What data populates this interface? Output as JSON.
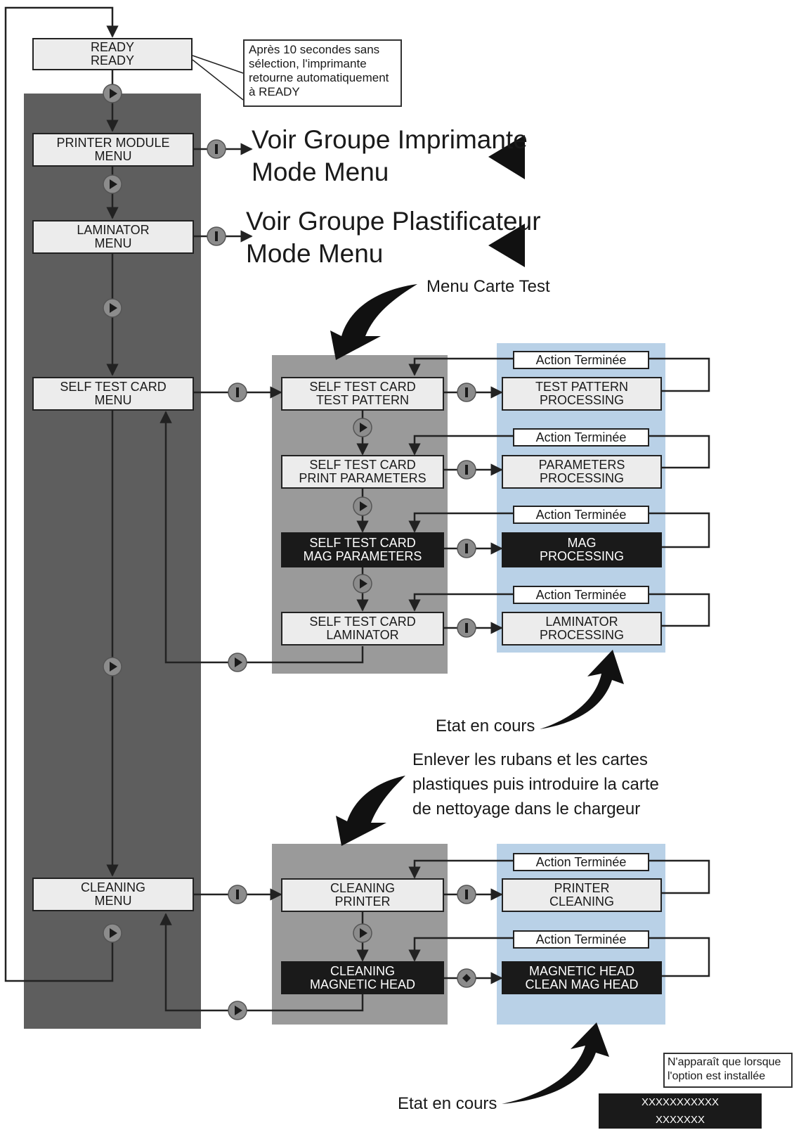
{
  "colors": {
    "left_panel": "#5e5e5e",
    "mid_panel": "#9a9a9a",
    "right_panel": "#b9d1e7",
    "box_fill": "#ececec",
    "dark_box": "#1a1a1a",
    "line": "#222222",
    "button": "#8c8c8c"
  },
  "icons": {
    "next_button": "play-triangle-icon",
    "select_button": "pause-bar-icon",
    "action_button": "diamond-icon",
    "call_out": "curved-arrow-icon"
  },
  "main_menu": {
    "ready": {
      "line1": "READY",
      "line2": "READY"
    },
    "printer_module": {
      "line1": "PRINTER MODULE",
      "line2": "MENU"
    },
    "laminator": {
      "line1": "LAMINATOR",
      "line2": "MENU"
    },
    "self_test": {
      "line1": "SELF TEST CARD",
      "line2": "MENU"
    },
    "cleaning": {
      "line1": "CLEANING",
      "line2": "MENU"
    }
  },
  "ready_note": [
    "Après 10 secondes sans",
    "sélection, l'imprimante",
    "retourne automatiquement",
    "à READY"
  ],
  "printer_ref": {
    "line1": "Voir Groupe Imprimante",
    "line2": "Mode Menu"
  },
  "laminator_ref": {
    "line1": "Voir Groupe Plastificateur",
    "line2": "Mode Menu"
  },
  "test_menu_label": "Menu Carte Test",
  "self_test_items": [
    {
      "line1": "SELF TEST CARD",
      "line2": "TEST PATTERN"
    },
    {
      "line1": "SELF TEST CARD",
      "line2": "PRINT PARAMETERS"
    },
    {
      "line1": "SELF TEST CARD",
      "line2": "MAG PARAMETERS"
    },
    {
      "line1": "SELF TEST CARD",
      "line2": "LAMINATOR"
    }
  ],
  "self_test_states": [
    {
      "line1": "TEST PATTERN",
      "line2": "PROCESSING"
    },
    {
      "line1": "PARAMETERS",
      "line2": "PROCESSING"
    },
    {
      "line1": "MAG",
      "line2": "PROCESSING"
    },
    {
      "line1": "LAMINATOR",
      "line2": "PROCESSING"
    }
  ],
  "action_done": "Action Terminée",
  "state_label": "Etat en cours",
  "cleaning_instruction": [
    "Enlever les rubans et les cartes",
    "plastiques puis introduire la carte",
    "de nettoyage dans le chargeur"
  ],
  "cleaning_items": [
    {
      "line1": "CLEANING",
      "line2": "PRINTER"
    },
    {
      "line1": "CLEANING",
      "line2": "MAGNETIC HEAD"
    }
  ],
  "cleaning_states": [
    {
      "line1": "PRINTER",
      "line2": "CLEANING"
    },
    {
      "line1": "MAGNETIC HEAD",
      "line2": "CLEAN MAG HEAD"
    }
  ],
  "legend": {
    "note": [
      "N'apparaît que lorsque",
      "l'option est installée"
    ],
    "line1": "XXXXXXXXXXX",
    "line2": "XXXXXXX"
  }
}
